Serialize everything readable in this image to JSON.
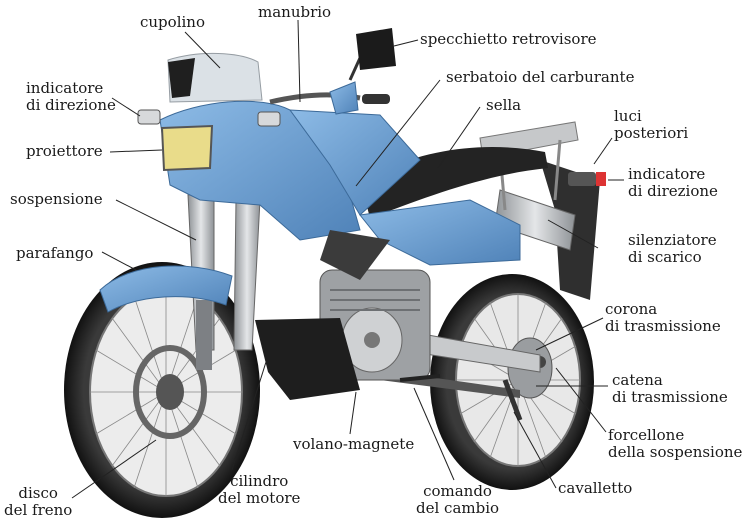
{
  "labels": {
    "cupolino": "cupolino",
    "manubrio": "manubrio",
    "specchietto": "specchietto retrovisore",
    "indicatore_front": "indicatore\ndi direzione",
    "serbatoio": "serbatoio del carburante",
    "sella": "sella",
    "luci": "luci\nposteriori",
    "proiettore": "proiettore",
    "indicatore_rear": "indicatore\ndi direzione",
    "sospensione": "sospensione",
    "silenziatore": "silenziatore\ndi scarico",
    "parafango": "parafango",
    "corona": "corona\ndi trasmissione",
    "catena": "catena\ndi trasmissione",
    "volano": "volano-magnete",
    "forcellone": "forcellone\ndella sospensione",
    "cilindro": "cilindro\ndel motore",
    "comando": "comando\ndel cambio",
    "cavalletto": "cavalletto",
    "disco": "disco\ndel freno"
  },
  "colors": {
    "body_blue": "#6a9dcf",
    "dark": "#2b2b2b",
    "metal": "#b9bcc0",
    "leader": "#222222"
  }
}
